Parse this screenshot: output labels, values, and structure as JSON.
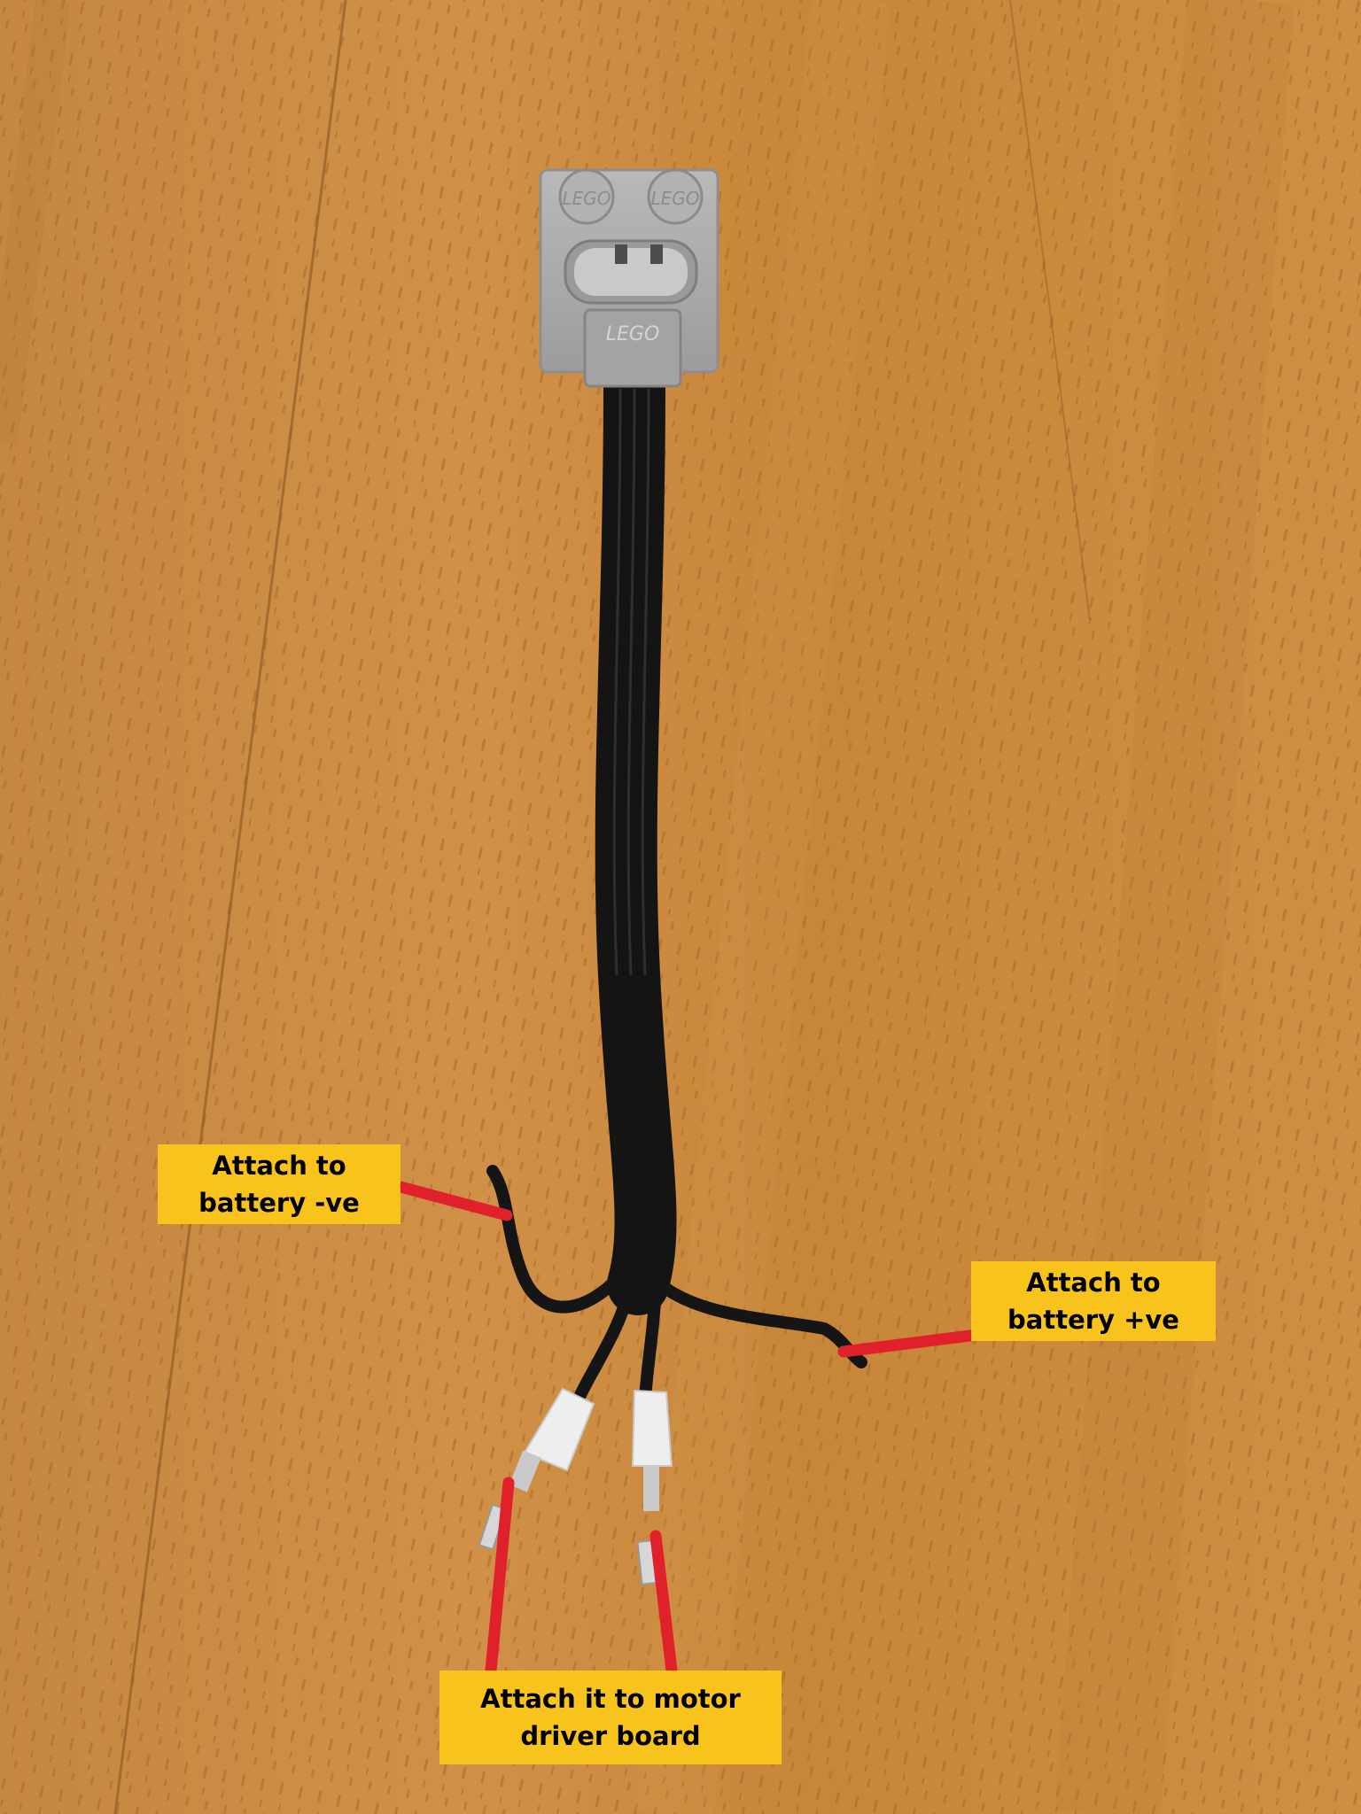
{
  "labels": {
    "battery_negative": "Attach to battery -ve",
    "battery_positive": "Attach to battery +ve",
    "motor_driver": "Attach it to motor driver board"
  },
  "connector_text": {
    "stud_left": "LEGO",
    "stud_right": "LEGO",
    "plug": "LEGO"
  },
  "colors": {
    "wood": "#c98a3c",
    "wood_dark": "#a86a28",
    "cable": "#1b1b1b",
    "connector": "#a8a8a8",
    "label_bg": "#f8c31c",
    "pointer": "#e0202a",
    "sleeve": "#e6e6e6"
  }
}
